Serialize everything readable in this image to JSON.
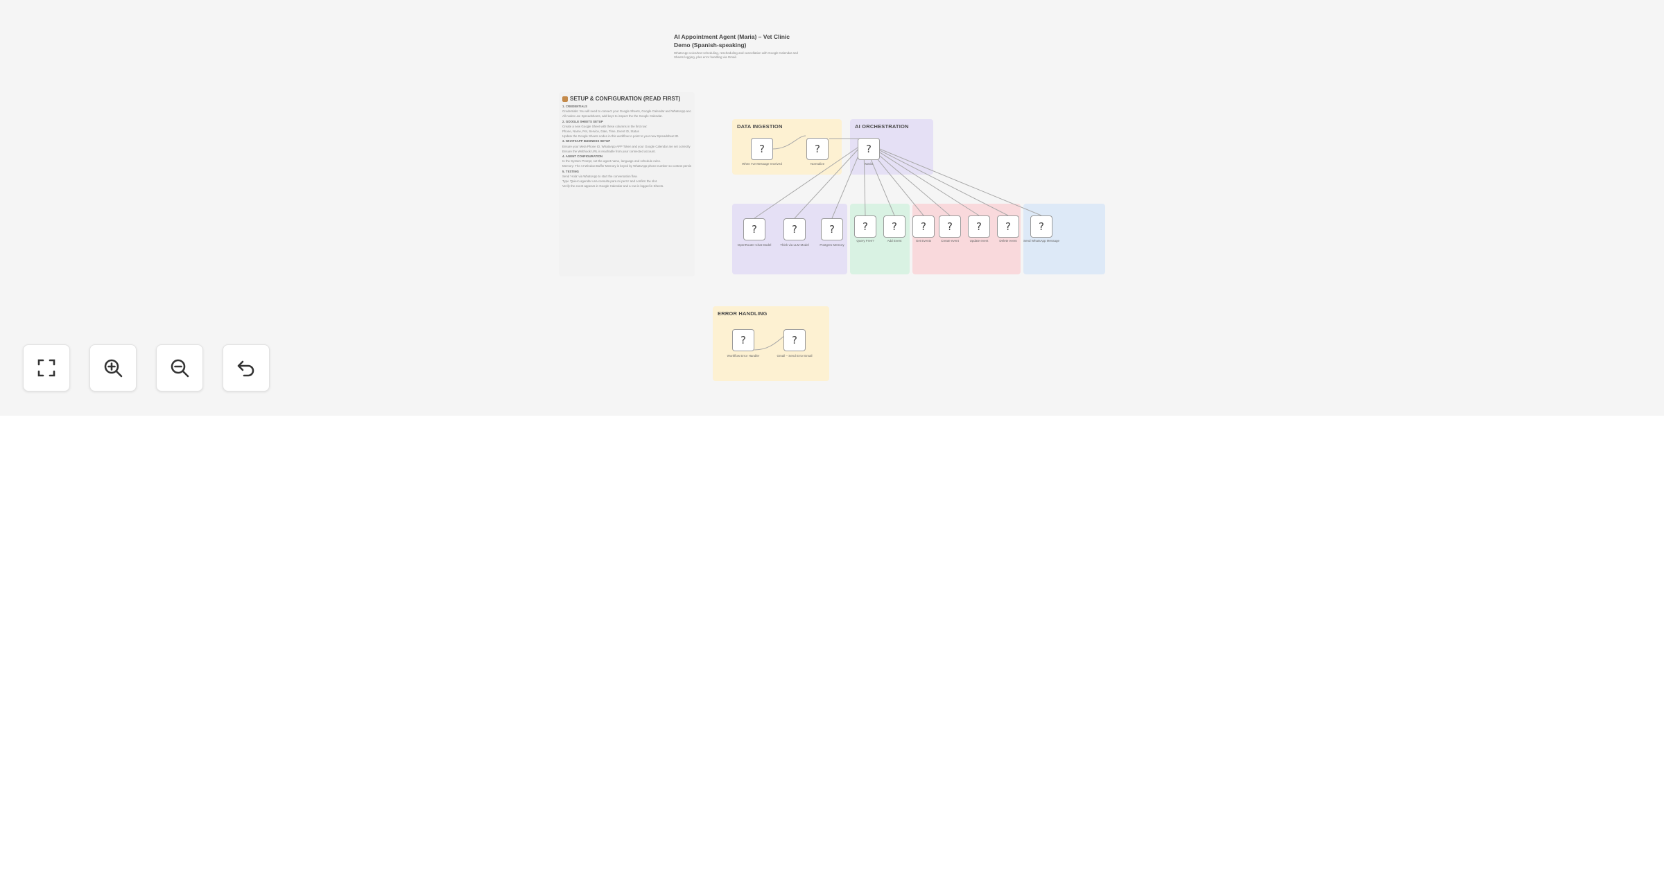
{
  "canvas": {
    "title_note": {
      "title": "AI Appointment Agent (Maria) – Vet Clinic Demo (Spanish-speaking)",
      "description": "WhatsApp voice/text scheduling, rescheduling and cancellation with Google Calendar and Sheets logging, plus error handling via Gmail."
    },
    "setup_note": {
      "icon": "robot-icon",
      "title": "SETUP & CONFIGURATION (READ FIRST)",
      "lines": [
        "1. CREDENTIALS",
        "Credentials: You will need to connect your Google Sheets, Google Calendar and WhatsApp accounts.",
        "All nodes use Spreadsheets, add keys to inspect the the Google Calendar.",
        "2. GOOGLE SHEETS SETUP",
        "Create a new Google Sheet with these columns in the first row:",
        "Phone, Name, Pet, Service, Date, Time, Event ID, Status",
        "Update the Google Sheets nodes in this workflow to point to your new Spreadsheet ID.",
        "3. WHATSAPP BUSINESS SETUP",
        "Ensure your Meta Phone ID, WhatsApp APP Token and your Google Calendar are set correctly in settings.",
        "Ensure the Webhook URL is reachable from your connected account.",
        "4. AGENT CONFIGURATION",
        "In the System Prompt, set the agent name, language and schedule rules.",
        "Memory: The AI Window Buffer Memory is keyed by WhatsApp phone number so context persists per customer.",
        "5. TESTING",
        "Send 'Hola' via WhatsApp to start the conversation flow.",
        "Type 'Quiero agendar una consulta para mi perro' and confirm the slot.",
        "Verify the event appears in Google Calendar and a row is logged in Sheets."
      ]
    },
    "sticky_groups": {
      "data_ingestion": "DATA INGESTION",
      "ai_orchestration": "AI ORCHESTRATION",
      "error_handling": "ERROR HANDLING"
    },
    "nodes": {
      "whatsapp_trigger": {
        "icon": "?",
        "label": "When I've Message received"
      },
      "normalize": {
        "icon": "?",
        "label": "Normalize"
      },
      "agent": {
        "icon": "?",
        "label": "Maria"
      },
      "chat_model": {
        "icon": "?",
        "label": "OpenRouter Chat Model"
      },
      "think": {
        "icon": "?",
        "label": "Think via LLM Model"
      },
      "memory": {
        "icon": "?",
        "label": "Postgres Memory"
      },
      "get_slots": {
        "icon": "?",
        "label": "Query Free?"
      },
      "log_event": {
        "icon": "?",
        "label": "Add Event"
      },
      "get_event": {
        "icon": "?",
        "label": "Get Events"
      },
      "create_event": {
        "icon": "?",
        "label": "Create event"
      },
      "update_event": {
        "icon": "?",
        "label": "Update event"
      },
      "delete_event": {
        "icon": "?",
        "label": "Delete event"
      },
      "send_message": {
        "icon": "?",
        "label": "Send WhatsApp Message"
      },
      "error_trigger": {
        "icon": "?",
        "label": "Workflow Error Handler"
      },
      "notify_error": {
        "icon": "?",
        "label": "Gmail – Send Error Email"
      }
    }
  },
  "controls": {
    "fit_view": "fit-view-icon",
    "zoom_in": "zoom-in-icon",
    "zoom_out": "zoom-out-icon",
    "undo": "undo-icon"
  },
  "colors": {
    "ingestion": "#fdf1d2",
    "orchestration": "#e5e0f5",
    "tools_green": "#d9f2e3",
    "tools_red": "#f9d9dc",
    "tools_blue": "#dde9f7",
    "error": "#fdf1d2",
    "canvas": "#f5f5f5"
  }
}
